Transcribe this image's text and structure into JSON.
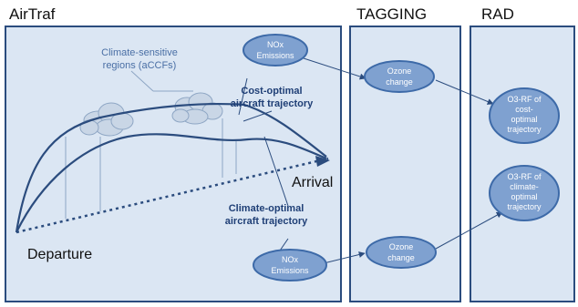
{
  "headers": {
    "airtraf": "AirTraf",
    "tagging": "TAGGING",
    "rad": "RAD"
  },
  "labels": {
    "climate_sensitive_1": "Climate-sensitive",
    "climate_sensitive_2": "regions (aCCFs)",
    "cost_optimal_1": "Cost-optimal",
    "cost_optimal_2": "aircraft trajectory",
    "climate_optimal_1": "Climate-optimal",
    "climate_optimal_2": "aircraft trajectory",
    "arrival": "Arrival",
    "departure": "Departure"
  },
  "ellipses": {
    "nox_top": {
      "line1": "NOx",
      "line2": "Emissions"
    },
    "nox_bottom": {
      "line1": "NOx",
      "line2": "Emissions"
    },
    "ozone_top": {
      "line1": "Ozone",
      "line2": "change"
    },
    "ozone_bottom": {
      "line1": "Ozone",
      "line2": "change"
    },
    "rf_cost": {
      "line1": "O3-RF of",
      "line2": "cost-",
      "line3": "optimal",
      "line4": "trajectory"
    },
    "rf_climate": {
      "line1": "O3-RF of",
      "line2": "climate-",
      "line3": "optimal",
      "line4": "trajectory"
    }
  },
  "colors": {
    "panel_fill": "#dbe6f3",
    "panel_border": "#2b4c7e",
    "ellipse_fill": "#7fa1d0",
    "ellipse_border": "#3d6aa8",
    "trajectory": "#2b4c7e"
  }
}
